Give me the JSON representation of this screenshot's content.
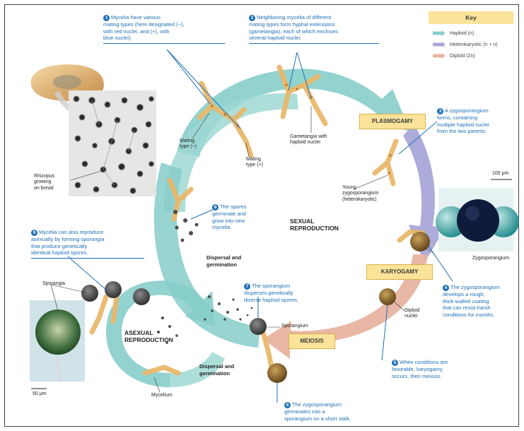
{
  "key": {
    "title": "Key",
    "items": [
      {
        "label": "Haploid (n)",
        "color": "#86cdca"
      },
      {
        "label": "Heterokaryotic (n + n)",
        "color": "#a9a6d8"
      },
      {
        "label": "Diploid (2n)",
        "color": "#e7b3a0"
      }
    ]
  },
  "stages": {
    "plasmogamy": "PLASMOGAMY",
    "karyogamy": "KARYOGAMY",
    "meiosis": "MEIOSIS"
  },
  "cycles": {
    "sexual": [
      "SEXUAL",
      "REPRODUCTION"
    ],
    "asexual": [
      "ASEXUAL",
      "REPRODUCTION"
    ]
  },
  "steps": [
    {
      "num": "1",
      "lines": [
        "Mycelia have various",
        "mating types (here designated (−),",
        "with red nuclei, and (+), with",
        "blue nuclei)."
      ]
    },
    {
      "num": "2",
      "lines": [
        "Neighboring mycelia of different",
        "mating types form hyphal extensions",
        "(gametangia), each of which encloses",
        "several haploid nuclei."
      ]
    },
    {
      "num": "3",
      "lines": [
        "A zygosporangium",
        "forms, containing",
        "multiple haploid nuclei",
        "from the two parents."
      ]
    },
    {
      "num": "4",
      "lines": [
        "The zygosporangium",
        "develops a rough,",
        "thick-walled coating",
        "that can resist harsh",
        "conditions for months."
      ]
    },
    {
      "num": "5",
      "lines": [
        "When conditions are",
        "favorable, karyogamy",
        "occurs, then meiosis."
      ]
    },
    {
      "num": "6",
      "lines": [
        "The zygosporangium",
        "germinates into a",
        "sporangium on a short stalk."
      ]
    },
    {
      "num": "7",
      "lines": [
        "The sporangium",
        "disperses genetically",
        "diverse haploid spores."
      ]
    },
    {
      "num": "8",
      "lines": [
        "The spores",
        "germinate and",
        "grow into new",
        "mycelia."
      ]
    },
    {
      "num": "9",
      "lines": [
        "Mycelia can also reproduce",
        "asexually by forming sporangia",
        "that produce genetically",
        "identical haploid spores."
      ]
    }
  ],
  "labels": {
    "mating_minus": [
      "Mating",
      "type (−)"
    ],
    "mating_plus": [
      "Mating",
      "type (+)"
    ],
    "gametangia": [
      "Gametangia with",
      "haploid nuclei"
    ],
    "young_zygo": [
      "Young",
      "zygosporangium",
      "(heterokaryotic)"
    ],
    "zygosporangium": "Zygosporangium",
    "diploid_nuclei": [
      "Diploid",
      "nuclei"
    ],
    "sporangium": "Sporangium",
    "sporangia": "Sporangia",
    "mycelium": "Mycelium",
    "rhizopus": [
      "Rhizopus",
      "growing",
      "on bread"
    ],
    "dispersal_top": [
      "Dispersal and",
      "germination"
    ],
    "dispersal_bottom": [
      "Dispersal and",
      "germination"
    ],
    "scale_100": "100 μm",
    "scale_50": "50 μm"
  }
}
